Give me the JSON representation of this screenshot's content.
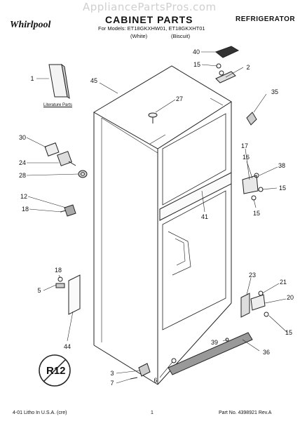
{
  "watermark": "AppliancePartsPros.com",
  "header": {
    "brand": "Whirlpool",
    "title": "CABINET PARTS",
    "category": "REFRIGERATOR",
    "models": "For Models: ET18GKXHW01, ET18GKXHT01",
    "variant_white": "(White)",
    "variant_biscuit": "(Biscuit)"
  },
  "literature_label": "Literature Parts",
  "callouts": [
    "1",
    "2",
    "3",
    "5",
    "6",
    "7",
    "12",
    "15",
    "15",
    "15",
    "15",
    "16",
    "17",
    "18",
    "18",
    "20",
    "21",
    "23",
    "24",
    "27",
    "28",
    "30",
    "35",
    "36",
    "38",
    "39",
    "40",
    "41",
    "44",
    "45"
  ],
  "footer": {
    "left": "4-01 Litho In U.S.A. (cre)",
    "page": "1",
    "right": "Part No. 4398921 Rev.A"
  },
  "badge": "R12"
}
